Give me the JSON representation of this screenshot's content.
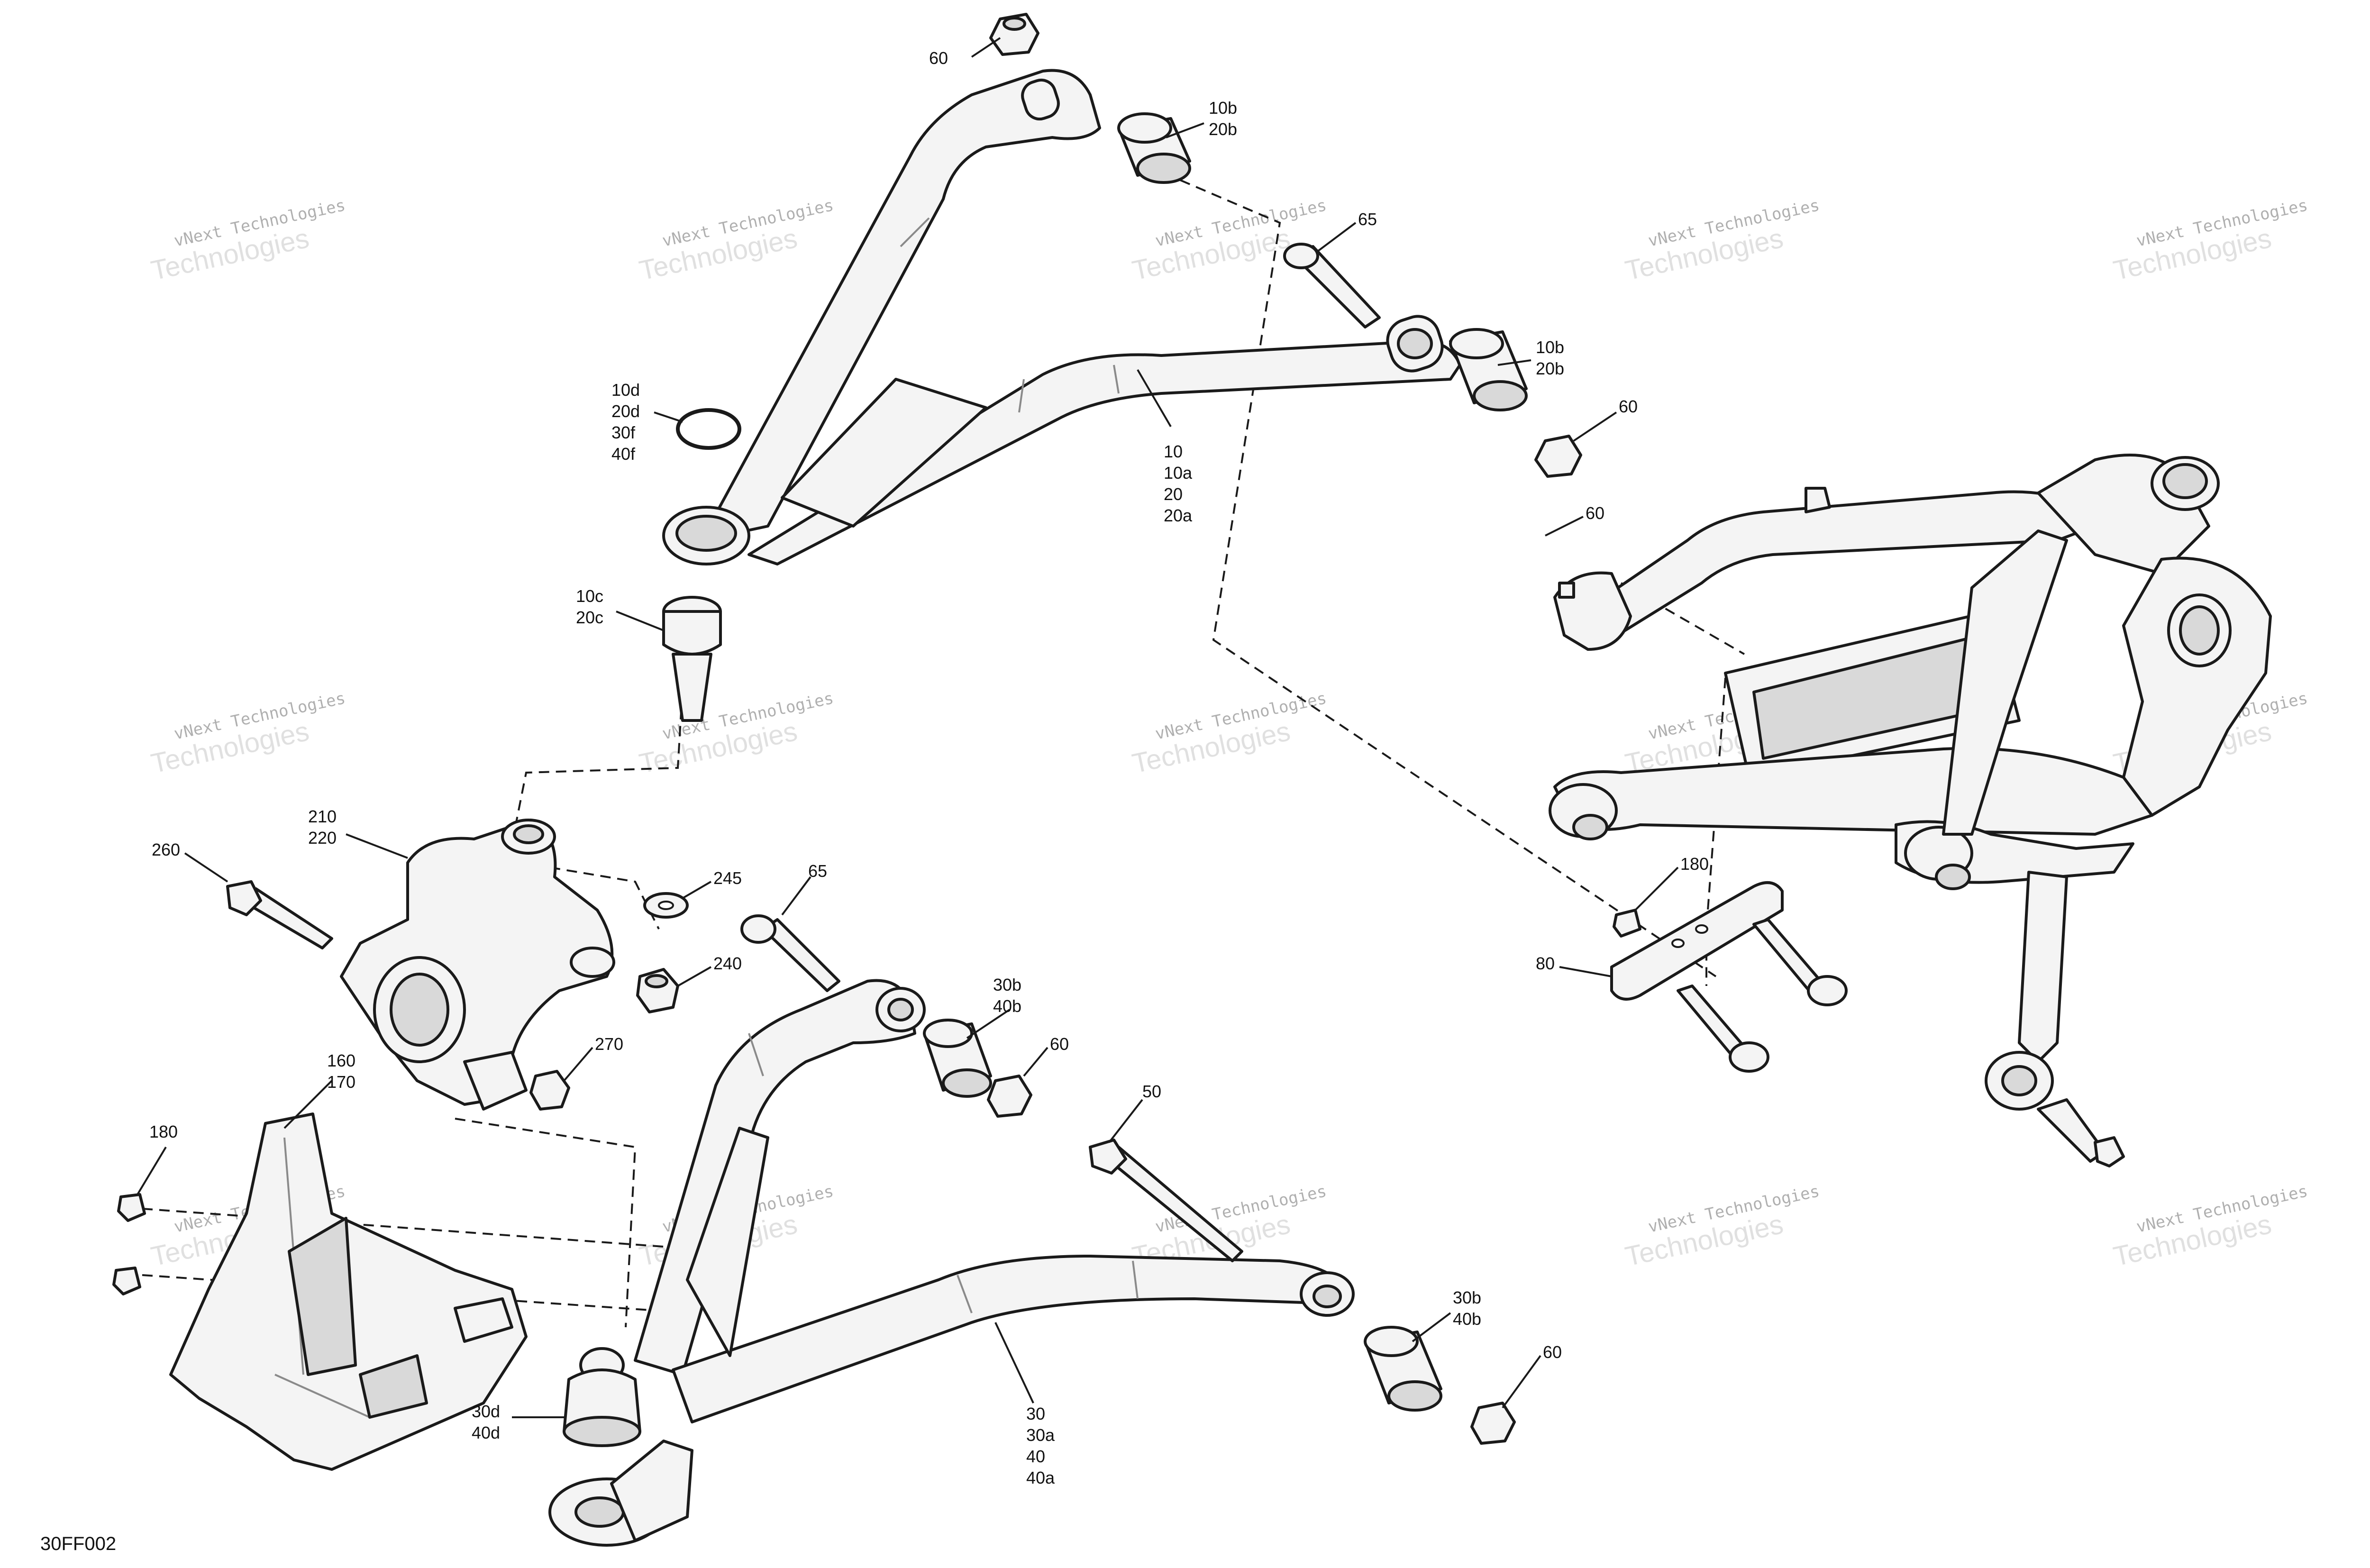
{
  "figure_id": "30FF002",
  "watermark": {
    "line1": "vNext Technologies",
    "line2": "Technologies"
  },
  "callouts": [
    {
      "id": "c60a",
      "lines": [
        "60"
      ]
    },
    {
      "id": "c10b20b-top",
      "lines": [
        "10b",
        "20b"
      ]
    },
    {
      "id": "c65-top",
      "lines": [
        "65"
      ]
    },
    {
      "id": "c10b20b-mid",
      "lines": [
        "10b",
        "20b"
      ]
    },
    {
      "id": "c60b",
      "lines": [
        "60"
      ]
    },
    {
      "id": "c10d",
      "lines": [
        "10d",
        "20d",
        "30f",
        "40f"
      ]
    },
    {
      "id": "c10",
      "lines": [
        "10",
        "10a",
        "20",
        "20a"
      ]
    },
    {
      "id": "c10c",
      "lines": [
        "10c",
        "20c"
      ]
    },
    {
      "id": "c60c",
      "lines": [
        "60"
      ]
    },
    {
      "id": "c210",
      "lines": [
        "210",
        "220"
      ]
    },
    {
      "id": "c260",
      "lines": [
        "260"
      ]
    },
    {
      "id": "c245",
      "lines": [
        "245"
      ]
    },
    {
      "id": "c65-mid",
      "lines": [
        "65"
      ]
    },
    {
      "id": "c240",
      "lines": [
        "240"
      ]
    },
    {
      "id": "c30b40b-top",
      "lines": [
        "30b",
        "40b"
      ]
    },
    {
      "id": "c60d",
      "lines": [
        "60"
      ]
    },
    {
      "id": "c270",
      "lines": [
        "270"
      ]
    },
    {
      "id": "c160",
      "lines": [
        "160",
        "170"
      ]
    },
    {
      "id": "c180-left",
      "lines": [
        "180"
      ]
    },
    {
      "id": "c50",
      "lines": [
        "50"
      ]
    },
    {
      "id": "c180-right",
      "lines": [
        "180"
      ]
    },
    {
      "id": "c80",
      "lines": [
        "80"
      ]
    },
    {
      "id": "c30b40b-bot",
      "lines": [
        "30b",
        "40b"
      ]
    },
    {
      "id": "c60e",
      "lines": [
        "60"
      ]
    },
    {
      "id": "c30d",
      "lines": [
        "30d",
        "40d"
      ]
    },
    {
      "id": "c30",
      "lines": [
        "30",
        "30a",
        "40",
        "40a"
      ]
    }
  ]
}
